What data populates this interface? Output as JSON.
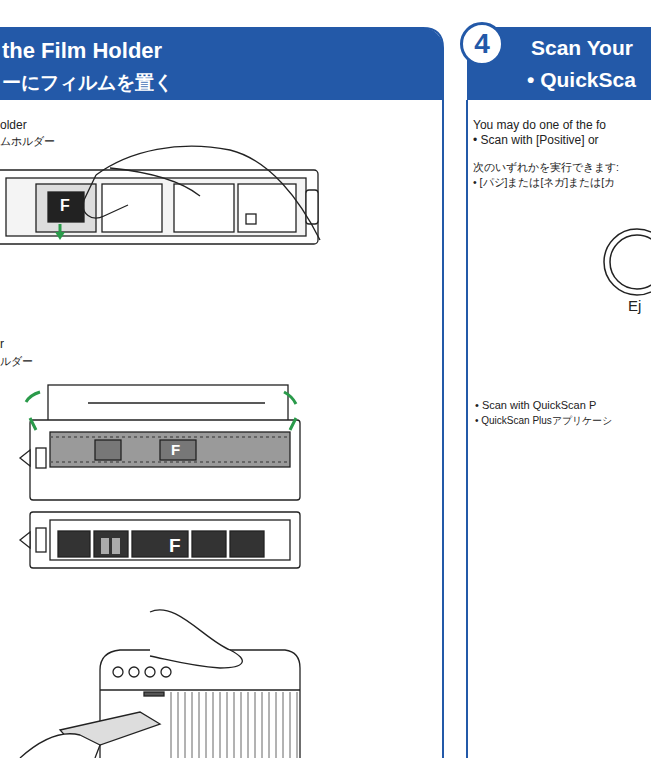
{
  "diagram": {
    "nodes": [
      {
        "text": [
          "the Film Holder",
          "ーにフィルムを置く"
        ]
      },
      {
        "text": [
          "You may do one of the fo",
          "• Scan with [Positive] or",
          "次のいずれかを実行できます:",
          "• [パジ]または[ネガ]または[カ",
          "• Scan with QuickScan P",
          "• QuickScan Plusアプリケーシ"
        ]
      },
      {
        "text": [
          "Scan Your",
          "• QuickSca"
        ],
        "in": 1
      },
      {
        "text": [
          "4"
        ],
        "in": 1
      },
      {
        "text": [
          "Ej"
        ],
        "in": 1
      }
    ],
    "labels": [
      "older",
      "ムホルダー",
      "r",
      "ルダー",
      "F",
      "F",
      "F"
    ]
  }
}
